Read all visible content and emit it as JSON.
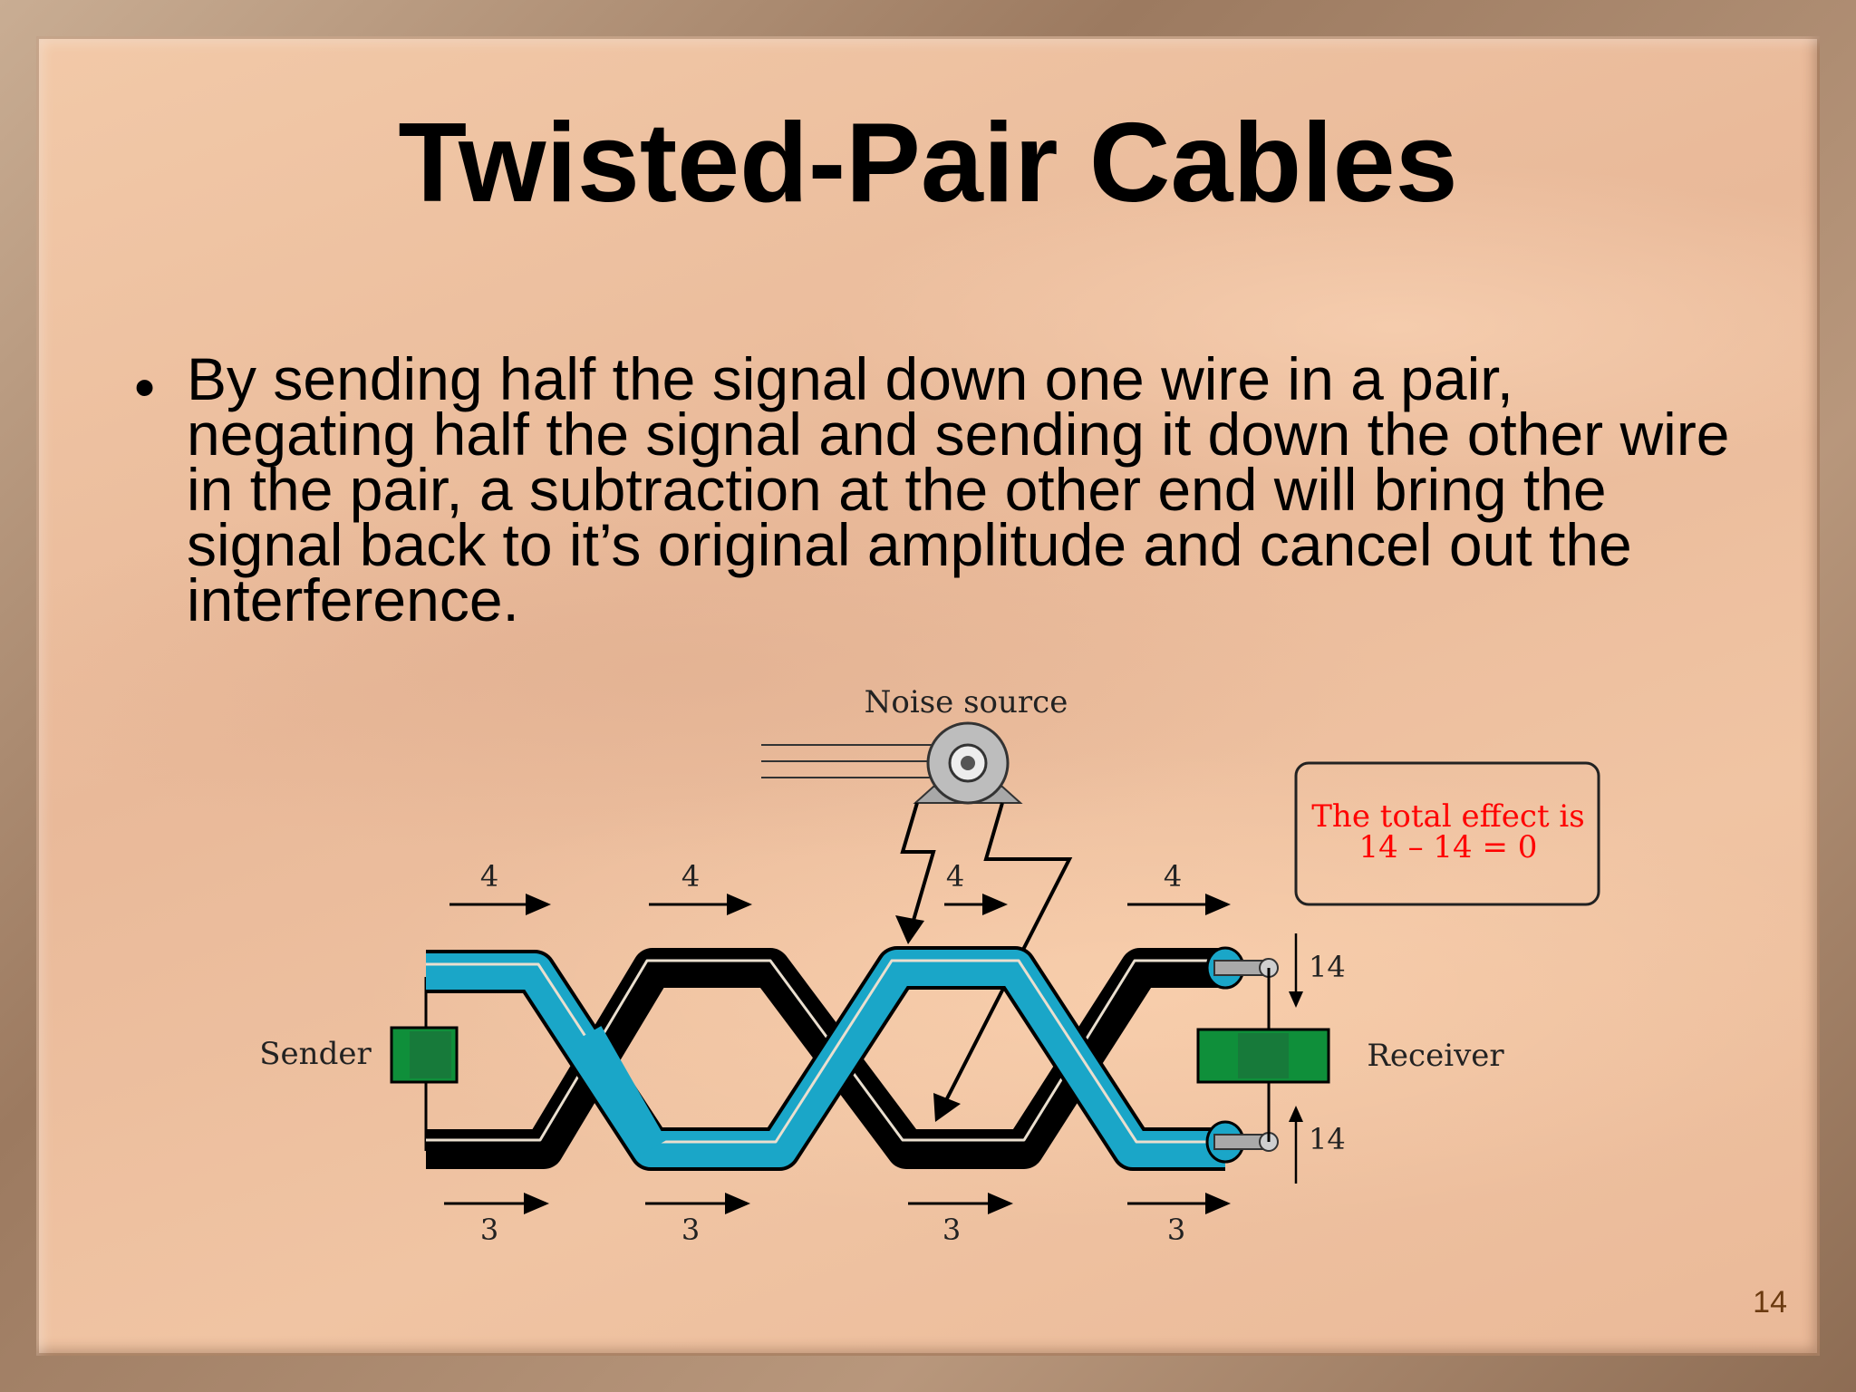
{
  "slide": {
    "title": "Twisted-Pair Cables",
    "bullet": "By sending half the signal down one wire in a pair, negating half the signal and sending it down the other wire in the pair, a subtraction at the other end will bring the signal back to it’s original amplitude and cancel out the interference.",
    "page_number": "14"
  },
  "diagram": {
    "noise_label": "Noise source",
    "sender_label": "Sender",
    "receiver_label": "Receiver",
    "effect_line1": "The total effect is",
    "effect_line2": "14 – 14 = 0",
    "top_values": [
      "4",
      "4",
      "4",
      "4"
    ],
    "bottom_values": [
      "3",
      "3",
      "3",
      "3"
    ],
    "receiver_top_value": "14",
    "receiver_bottom_value": "14",
    "colors": {
      "wire_blue": "#1aa6c8",
      "wire_black": "#000000",
      "device_green": "#0f8f3a",
      "effect_text": "#ff0000"
    }
  }
}
